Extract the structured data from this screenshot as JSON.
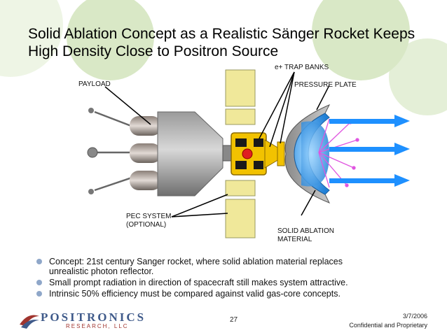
{
  "slide": {
    "title_line1": "Solid Ablation Concept as a Realistic Sänger Rocket Keeps",
    "title_line2": "High Density Close to Positron Source"
  },
  "diagram": {
    "labels": {
      "payload": "PAYLOAD",
      "trap_banks": "e+ TRAP BANKS",
      "pressure_plate": "PRESSURE PLATE",
      "pec_system_1": "PEC SYSTEM",
      "pec_system_2": "(OPTIONAL)",
      "solid_ablation_1": "SOLID ABLATION",
      "solid_ablation_2": "MATERIAL"
    },
    "colors": {
      "solar_panel": "#f0e89a",
      "trap": "#f2c200",
      "ablation": "#2f8fe0",
      "exhaust": "#1e90ff",
      "sparks": "#e055e0",
      "core": "#e02020"
    }
  },
  "bullets": [
    {
      "text_1": "Concept:  21st century Sanger rocket, where solid ablation material replaces",
      "text_2": "unrealistic photon reflector."
    },
    {
      "text_1": "Small prompt radiation in direction of spacecraft still makes system attractive.",
      "text_2": ""
    },
    {
      "text_1": "Intrinsic 50% efficiency must be compared against valid gas-core concepts.",
      "text_2": ""
    }
  ],
  "footer": {
    "logo_main": "POSITRONICS",
    "logo_sub": "RESEARCH, LLC",
    "page_number": "27",
    "date": "3/7/2006",
    "confidentiality": "Confidential and Proprietary"
  }
}
